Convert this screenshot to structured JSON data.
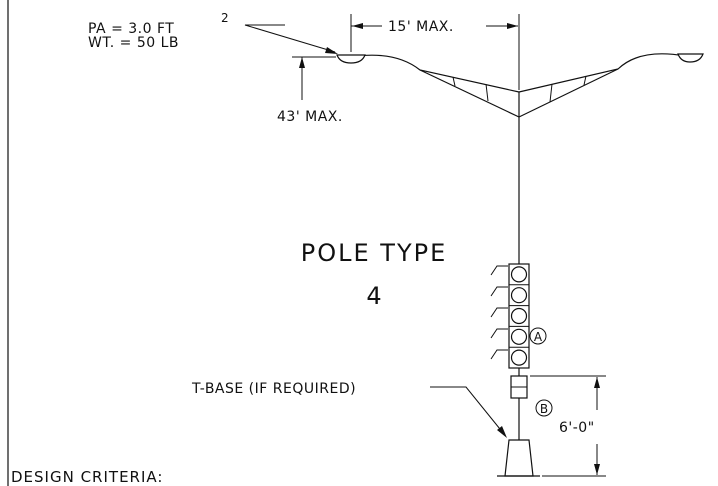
{
  "labels": {
    "projected_area": "PA = 3.0 FT",
    "projected_area_exp": "2",
    "weight": "WT. = 50 LB",
    "arm_length": "15' MAX.",
    "mount_height": "43' MAX.",
    "pole_type_title": "POLE TYPE",
    "pole_type_number": "4",
    "callout_a": "A",
    "callout_b": "B",
    "base_note": "T-BASE (IF REQUIRED)",
    "base_height": "6'-0\"",
    "design_criteria": "DESIGN CRITERIA:"
  }
}
